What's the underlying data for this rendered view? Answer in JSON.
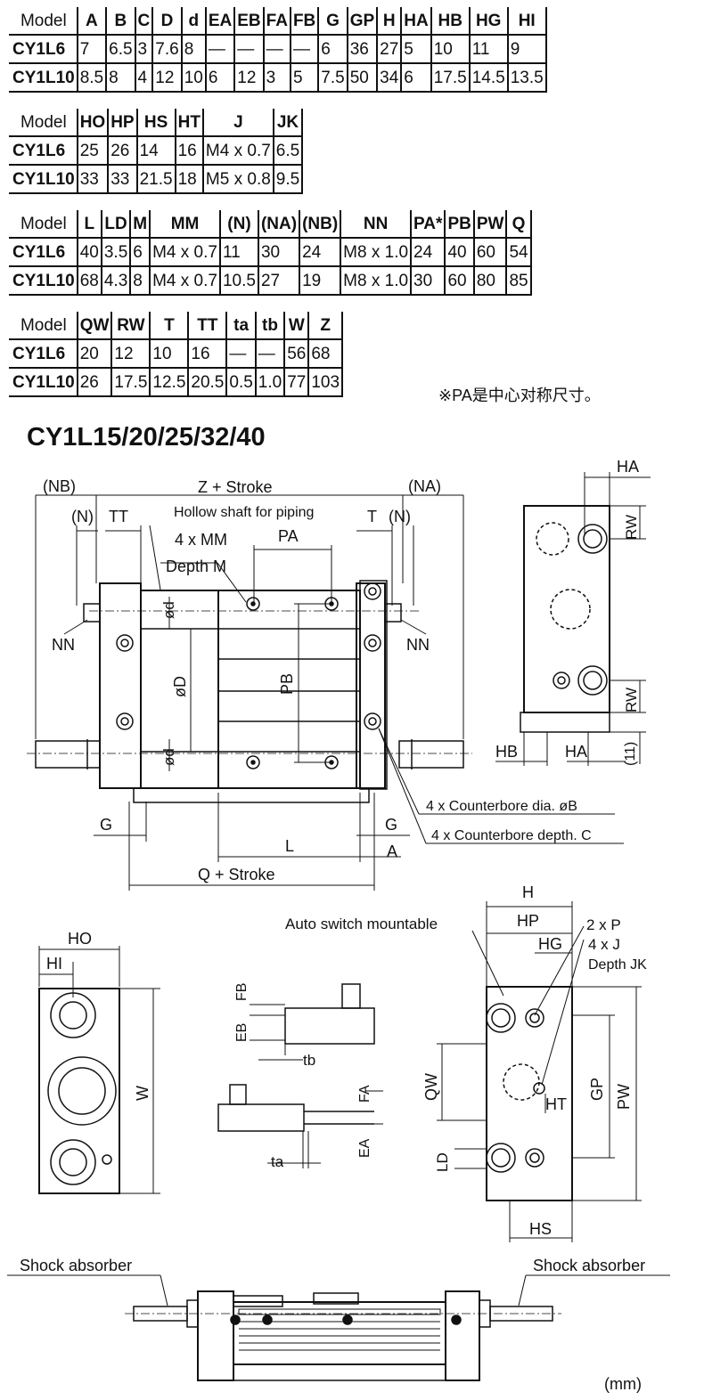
{
  "tables": [
    {
      "headers": [
        "Model",
        "A",
        "B",
        "C",
        "D",
        "d",
        "EA",
        "EB",
        "FA",
        "FB",
        "G",
        "GP",
        "H",
        "HA",
        "HB",
        "HG",
        "HI"
      ],
      "rows": [
        [
          "CY1L6",
          "7",
          "6.5",
          "3",
          "7.6",
          "8",
          "—",
          "—",
          "—",
          "—",
          "6",
          "36",
          "27",
          "5",
          "10",
          "11",
          "9"
        ],
        [
          "CY1L10",
          "8.5",
          "8",
          "4",
          "12",
          "10",
          "6",
          "12",
          "3",
          "5",
          "7.5",
          "50",
          "34",
          "6",
          "17.5",
          "14.5",
          "13.5"
        ]
      ]
    },
    {
      "headers": [
        "Model",
        "HO",
        "HP",
        "HS",
        "HT",
        "J",
        "JK"
      ],
      "rows": [
        [
          "CY1L6",
          "25",
          "26",
          "14",
          "16",
          "M4 x 0.7",
          "6.5"
        ],
        [
          "CY1L10",
          "33",
          "33",
          "21.5",
          "18",
          "M5 x 0.8",
          "9.5"
        ]
      ]
    },
    {
      "headers": [
        "Model",
        "L",
        "LD",
        "M",
        "MM",
        "(N)",
        "(NA)",
        "(NB)",
        "NN",
        "PA*",
        "PB",
        "PW",
        "Q"
      ],
      "rows": [
        [
          "CY1L6",
          "40",
          "3.5",
          "6",
          "M4 x 0.7",
          "11",
          "30",
          "24",
          "M8 x 1.0",
          "24",
          "40",
          "60",
          "54"
        ],
        [
          "CY1L10",
          "68",
          "4.3",
          "8",
          "M4 x 0.7",
          "10.5",
          "27",
          "19",
          "M8 x 1.0",
          "30",
          "60",
          "80",
          "85"
        ]
      ]
    },
    {
      "headers": [
        "Model",
        "QW",
        "RW",
        "T",
        "TT",
        "ta",
        "tb",
        "W",
        "Z"
      ],
      "rows": [
        [
          "CY1L6",
          "20",
          "12",
          "10",
          "16",
          "—",
          "—",
          "56",
          "68"
        ],
        [
          "CY1L10",
          "26",
          "17.5",
          "12.5",
          "20.5",
          "0.5",
          "1.0",
          "77",
          "103"
        ]
      ]
    }
  ],
  "note": "※PA是中心对称尺寸。",
  "series_title": "CY1L15/20/25/32/40",
  "labels": {
    "nb": "(NB)",
    "z_stroke": "Z + Stroke",
    "na": "(NA)",
    "n_left": "(N)",
    "tt": "TT",
    "hollow": "Hollow shaft for piping",
    "t": "T",
    "n_right": "(N)",
    "mm4": "4 x MM",
    "pa": "PA",
    "depth_m": "Depth M",
    "nn_left": "NN",
    "nn_right": "NN",
    "d_upper": "ød",
    "d_big": "øD",
    "pb": "PB",
    "d_lower": "ød",
    "cb_dia": "4 x Counterbore dia. øB",
    "cb_depth": "4 x Counterbore depth. C",
    "g_left": "G",
    "g_right": "G",
    "l": "L",
    "a": "A",
    "q_stroke": "Q + Stroke",
    "ha_top": "HA",
    "rw_top": "RW",
    "rw_bottom": "RW",
    "hb": "HB",
    "ha_bottom": "HA",
    "eleven": "(11)",
    "ho": "HO",
    "hi": "HI",
    "w": "W",
    "fb": "FB",
    "eb": "EB",
    "tb": "tb",
    "fa": "FA",
    "ea": "EA",
    "ta": "ta",
    "h": "H",
    "auto_switch": "Auto switch mountable",
    "hp": "HP",
    "p2": "2 x P",
    "hg": "HG",
    "j4": "4 x J",
    "depth_jk": "Depth JK",
    "qw": "QW",
    "gp": "GP",
    "pw": "PW",
    "ht": "HT",
    "ld": "LD",
    "hs": "HS",
    "shock_left": "Shock absorber",
    "shock_right": "Shock absorber",
    "unit": "(mm)"
  }
}
